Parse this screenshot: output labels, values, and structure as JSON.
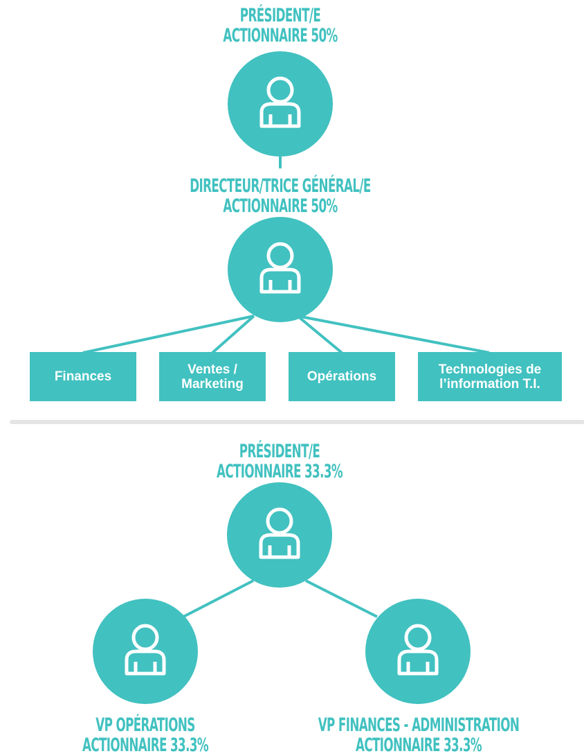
{
  "colors": {
    "accent": "#41c1c0",
    "divider": "#e4e4e4",
    "icon": "#ffffff"
  },
  "icons": {
    "person": "person-icon"
  },
  "top_chart": {
    "president": {
      "role": "PRÉSIDENT/E",
      "share": "ACTIONNAIRE 50%"
    },
    "general_director": {
      "role": "DIRECTEUR/TRICE GÉNÉRAL/E",
      "share": "ACTIONNAIRE 50%"
    },
    "departments": [
      {
        "label": "Finances"
      },
      {
        "label": "Ventes /\nMarketing"
      },
      {
        "label": "Opérations"
      },
      {
        "label": "Technologies de\nl’information T.I."
      }
    ]
  },
  "bottom_chart": {
    "president": {
      "role": "PRÉSIDENT/E",
      "share": "ACTIONNAIRE 33.3%"
    },
    "vp_operations": {
      "role": "VP OPÉRATIONS",
      "share": "ACTIONNAIRE 33.3%"
    },
    "vp_finances": {
      "role": "VP FINANCES - ADMINISTRATION",
      "share": "ACTIONNAIRE 33.3%"
    }
  }
}
